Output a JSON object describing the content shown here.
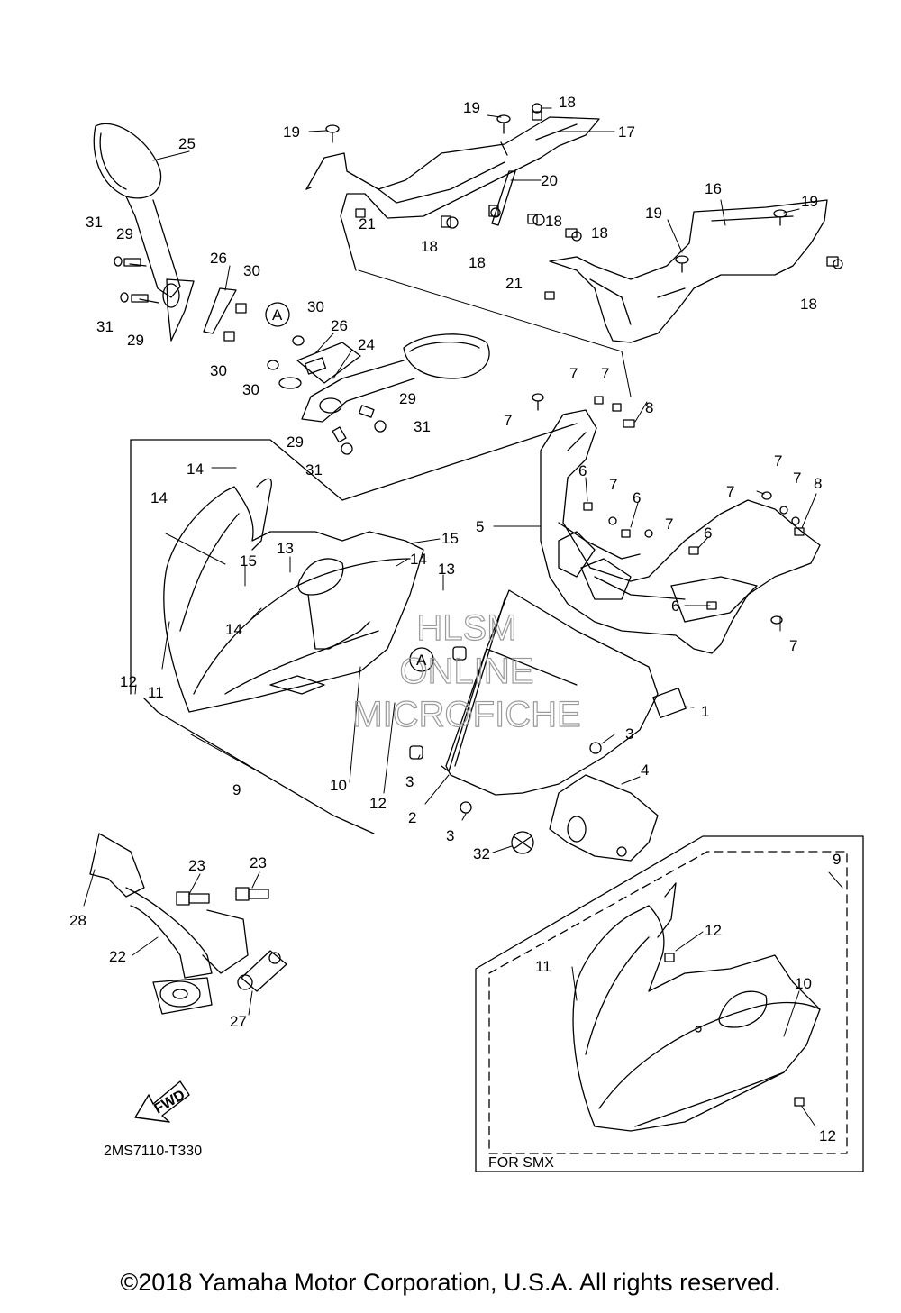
{
  "diagram": {
    "drawing_code": "2MS7110-T330",
    "fwd_label": "FWD",
    "variant_box_label": "FOR SMX",
    "reference_marker": "A",
    "copyright": "©2018 Yamaha Motor Corporation, U.S.A. All rights reserved.",
    "watermark": [
      "HLSM",
      "ONLINE",
      "MICROFICHE"
    ]
  },
  "callouts": [
    {
      "id": "c1",
      "label": "1"
    },
    {
      "id": "c2",
      "label": "2"
    },
    {
      "id": "c3a",
      "label": "3"
    },
    {
      "id": "c3b",
      "label": "3"
    },
    {
      "id": "c3c",
      "label": "3"
    },
    {
      "id": "c4",
      "label": "4"
    },
    {
      "id": "c5",
      "label": "5"
    },
    {
      "id": "c6a",
      "label": "6"
    },
    {
      "id": "c6b",
      "label": "6"
    },
    {
      "id": "c6c",
      "label": "6"
    },
    {
      "id": "c6d",
      "label": "6"
    },
    {
      "id": "c7a",
      "label": "7"
    },
    {
      "id": "c7b",
      "label": "7"
    },
    {
      "id": "c7c",
      "label": "7"
    },
    {
      "id": "c7d",
      "label": "7"
    },
    {
      "id": "c7e",
      "label": "7"
    },
    {
      "id": "c7f",
      "label": "7"
    },
    {
      "id": "c7g",
      "label": "7"
    },
    {
      "id": "c7h",
      "label": "7"
    },
    {
      "id": "c7i",
      "label": "7"
    },
    {
      "id": "c8a",
      "label": "8"
    },
    {
      "id": "c8b",
      "label": "8"
    },
    {
      "id": "c9a",
      "label": "9"
    },
    {
      "id": "c9b",
      "label": "9"
    },
    {
      "id": "c10a",
      "label": "10"
    },
    {
      "id": "c10b",
      "label": "10"
    },
    {
      "id": "c11a",
      "label": "11"
    },
    {
      "id": "c11b",
      "label": "11"
    },
    {
      "id": "c12a",
      "label": "12"
    },
    {
      "id": "c12b",
      "label": "12"
    },
    {
      "id": "c12c",
      "label": "12"
    },
    {
      "id": "c12d",
      "label": "12"
    },
    {
      "id": "c13a",
      "label": "13"
    },
    {
      "id": "c13b",
      "label": "13"
    },
    {
      "id": "c14a",
      "label": "14"
    },
    {
      "id": "c14b",
      "label": "14"
    },
    {
      "id": "c14c",
      "label": "14"
    },
    {
      "id": "c14d",
      "label": "14"
    },
    {
      "id": "c15a",
      "label": "15"
    },
    {
      "id": "c15b",
      "label": "15"
    },
    {
      "id": "c16",
      "label": "16"
    },
    {
      "id": "c17",
      "label": "17"
    },
    {
      "id": "c18a",
      "label": "18"
    },
    {
      "id": "c18b",
      "label": "18"
    },
    {
      "id": "c18c",
      "label": "18"
    },
    {
      "id": "c18d",
      "label": "18"
    },
    {
      "id": "c18e",
      "label": "18"
    },
    {
      "id": "c18f",
      "label": "18"
    },
    {
      "id": "c19a",
      "label": "19"
    },
    {
      "id": "c19b",
      "label": "19"
    },
    {
      "id": "c19c",
      "label": "19"
    },
    {
      "id": "c19d",
      "label": "19"
    },
    {
      "id": "c20",
      "label": "20"
    },
    {
      "id": "c21a",
      "label": "21"
    },
    {
      "id": "c21b",
      "label": "21"
    },
    {
      "id": "c22",
      "label": "22"
    },
    {
      "id": "c23a",
      "label": "23"
    },
    {
      "id": "c23b",
      "label": "23"
    },
    {
      "id": "c24",
      "label": "24"
    },
    {
      "id": "c25",
      "label": "25"
    },
    {
      "id": "c26a",
      "label": "26"
    },
    {
      "id": "c26b",
      "label": "26"
    },
    {
      "id": "c27",
      "label": "27"
    },
    {
      "id": "c28",
      "label": "28"
    },
    {
      "id": "c29a",
      "label": "29"
    },
    {
      "id": "c29b",
      "label": "29"
    },
    {
      "id": "c29c",
      "label": "29"
    },
    {
      "id": "c29d",
      "label": "29"
    },
    {
      "id": "c30a",
      "label": "30"
    },
    {
      "id": "c30b",
      "label": "30"
    },
    {
      "id": "c30c",
      "label": "30"
    },
    {
      "id": "c30d",
      "label": "30"
    },
    {
      "id": "c31a",
      "label": "31"
    },
    {
      "id": "c31b",
      "label": "31"
    },
    {
      "id": "c31c",
      "label": "31"
    },
    {
      "id": "c31d",
      "label": "31"
    },
    {
      "id": "c32",
      "label": "32"
    }
  ]
}
